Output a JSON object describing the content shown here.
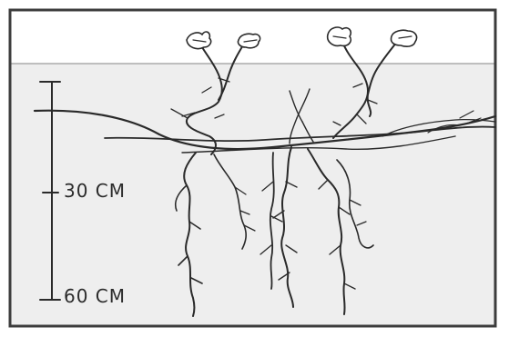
{
  "depth_scale": {
    "mid_label": "30 CM",
    "bottom_label": "60 CM"
  },
  "icons": [
    "plant-sprout",
    "root-system",
    "soil-layer",
    "depth-ruler"
  ],
  "colors": {
    "sky": "#ffffff",
    "soil": "#eeeeee",
    "ink": "#2a2a2a",
    "frame": "#3c3c3c"
  }
}
